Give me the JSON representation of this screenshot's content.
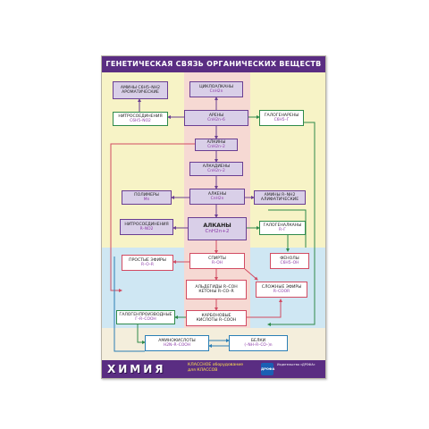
{
  "title": "ГЕНЕТИЧЕСКАЯ СВЯЗЬ ОРГАНИЧЕСКИХ ВЕЩЕСТВ",
  "nodes": {
    "amines_aromatic": {
      "label": "АМИНЫ C6H5–NH2 АРОМАТИЧЕСКИЕ"
    },
    "cycloalkanes": {
      "label": "ЦИКЛОАЛКАНЫ",
      "formula": "CnH2n"
    },
    "nitro_aromatic": {
      "label": "НИТРОСОЕДИНЕНИЯ",
      "formula": "C6H5–NO2"
    },
    "arenes": {
      "label": "АРЕНЫ",
      "formula": "CnH2n–6"
    },
    "halogenarenes": {
      "label": "ГАЛОГЕНАРЕНЫ",
      "formula": "C6H5–Г"
    },
    "alkynes": {
      "label": "АЛКИНЫ",
      "formula": "CnH2n–2"
    },
    "alkadienes": {
      "label": "АЛКАДИЕНЫ",
      "formula": "CnH2n–2"
    },
    "polymers": {
      "label": "ПОЛИМЕРЫ",
      "formula": "Mn"
    },
    "alkenes": {
      "label": "АЛКЕНЫ",
      "formula": "CnH2n"
    },
    "amines_aliphatic": {
      "label": "АМИНЫ R–NH2 АЛИФАТИЧЕСКИЕ"
    },
    "nitro_aliphatic": {
      "label": "НИТРОСОЕДИНЕНИЯ",
      "formula": "R–NO2"
    },
    "alkanes": {
      "label": "АЛКАНЫ",
      "formula": "CnH2n+2"
    },
    "haloalkanes": {
      "label": "ГАЛОГЕНАЛКАНЫ",
      "formula": "R–Г"
    },
    "ethers": {
      "label": "ПРОСТЫЕ ЭФИРЫ",
      "formula": "R–O–R"
    },
    "alcohols": {
      "label": "СПИРТЫ",
      "formula": "R–OH"
    },
    "phenols": {
      "label": "ФЕНОЛЫ",
      "formula": "C6H5–OH"
    },
    "aldehydes_ketones": {
      "label1": "АЛЬДЕГИДЫ R–COH",
      "label2": "КЕТОНЫ R–CO–R"
    },
    "esters": {
      "label": "СЛОЖНЫЕ ЭФИРЫ",
      "formula": "R–COOR"
    },
    "halo_acids": {
      "label": "ГАЛОГЕНПРОИЗВОДНЫЕ",
      "formula": "Г–R–COOH"
    },
    "carboxylic_acids": {
      "label1": "КАРБОНОВЫЕ",
      "label2": "КИСЛОТЫ R–COOH"
    },
    "amino_acids": {
      "label": "АМИНОКИСЛОТЫ",
      "formula": "H2N–R–COOH"
    },
    "proteins": {
      "label": "БЕЛКИ",
      "formula": "(–NH–R–CO–)n"
    }
  },
  "footer": {
    "brand": "ХИМИЯ",
    "series1": "КЛАССНОЕ оборудование",
    "series2": "для КЛАССОВ",
    "logo": "ДРОФА",
    "publisher": "Издательство «ДРОФА»"
  },
  "colors": {
    "header": "#5a2d82",
    "green_link": "#2f8a4a",
    "red_link": "#d24b62",
    "blue_link": "#2b7fb5",
    "purple_link": "#6a3e92"
  }
}
